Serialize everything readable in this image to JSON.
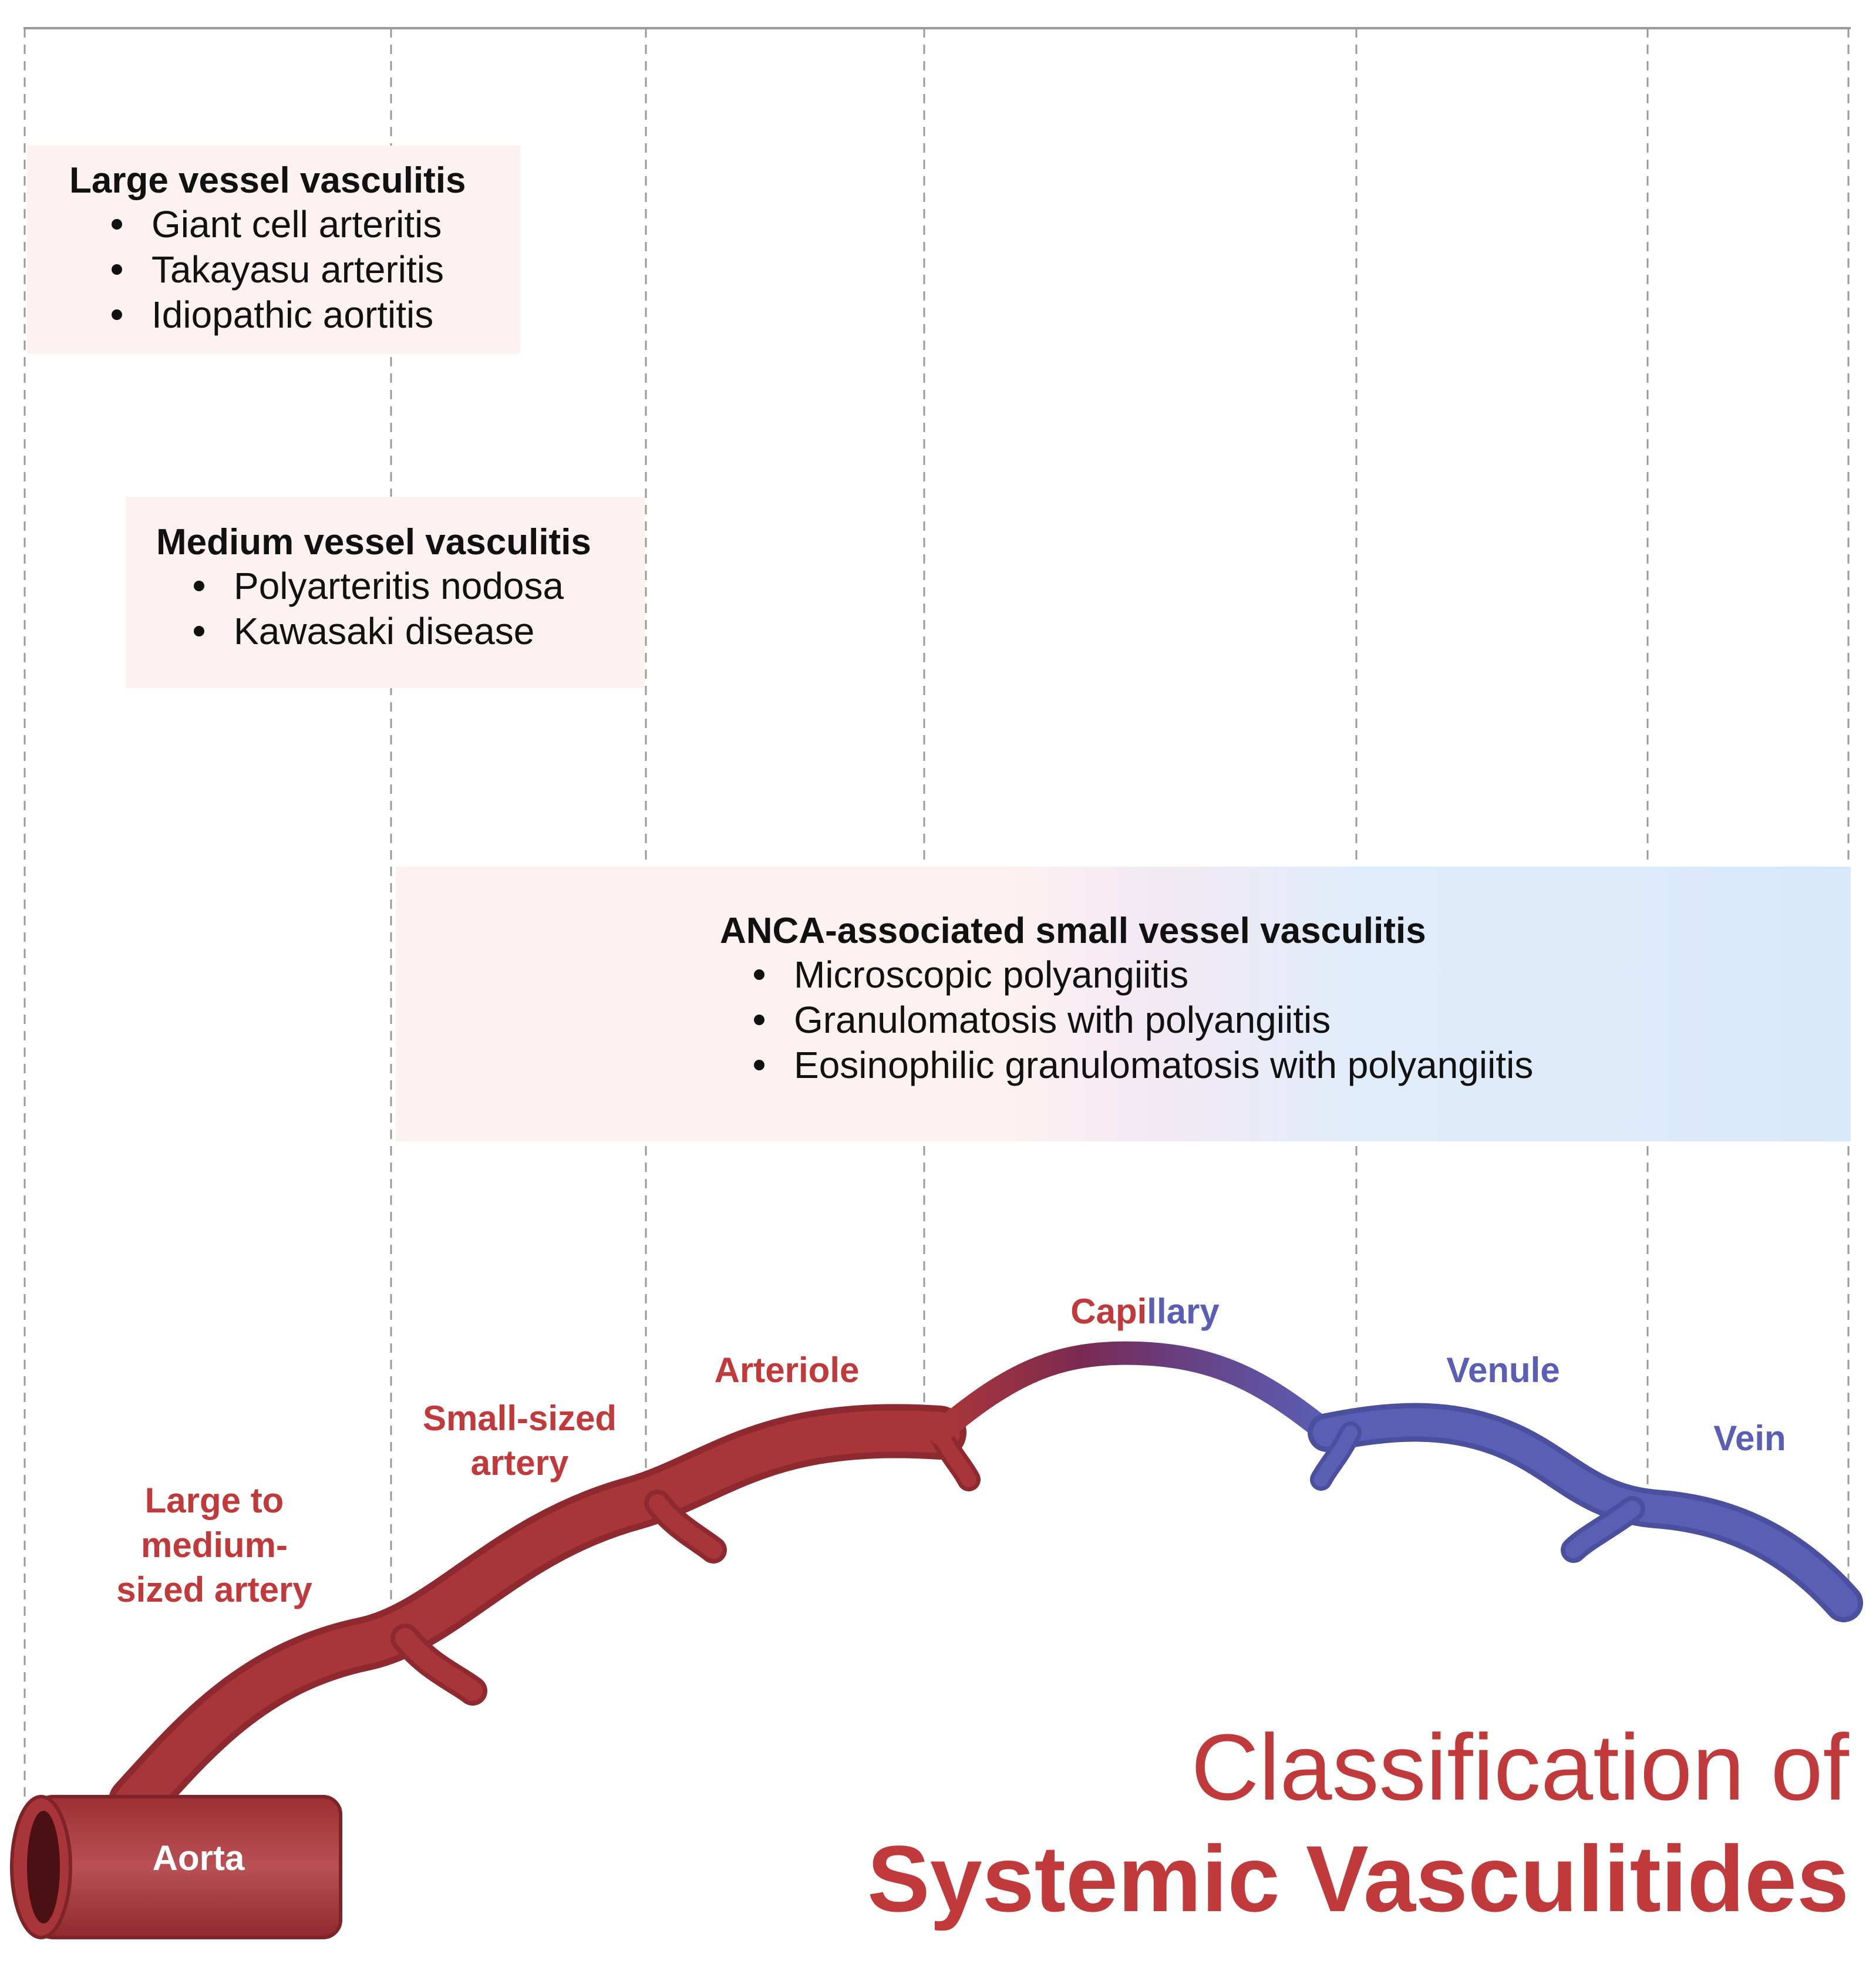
{
  "title": {
    "line1": "Classification of",
    "line2": "Systemic Vasculitides"
  },
  "categories": {
    "large": {
      "heading": "Large vessel vasculitis",
      "items": [
        "Giant cell arteritis",
        "Takayasu arteritis",
        "Idiopathic aortitis"
      ]
    },
    "medium": {
      "heading": "Medium vessel vasculitis",
      "items": [
        "Polyarteritis nodosa",
        "Kawasaki disease"
      ]
    },
    "anca": {
      "heading": "ANCA-associated small vessel vasculitis",
      "items": [
        "Microscopic polyangiitis",
        "Granulomatosis with polyangiitis",
        "Eosinophilic granulomatosis with polyangiitis"
      ]
    }
  },
  "vessels": {
    "aorta": "Aorta",
    "large_artery": {
      "line1": "Large to",
      "line2": "medium-",
      "line3": "sized artery"
    },
    "small_artery": {
      "line1": "Small-sized",
      "line2": "artery"
    },
    "arteriole": "Arteriole",
    "capillary": {
      "part1": "Capi",
      "part2": "llary"
    },
    "venule": "Venule",
    "vein": "Vein"
  },
  "colors": {
    "artery": "#a8353a",
    "vein": "#5a5fb5",
    "label_red": "#c0393b",
    "label_blue": "#5a5fb5",
    "box_pink": "#fdf1f1",
    "box_blue": "#d8e8fb"
  }
}
